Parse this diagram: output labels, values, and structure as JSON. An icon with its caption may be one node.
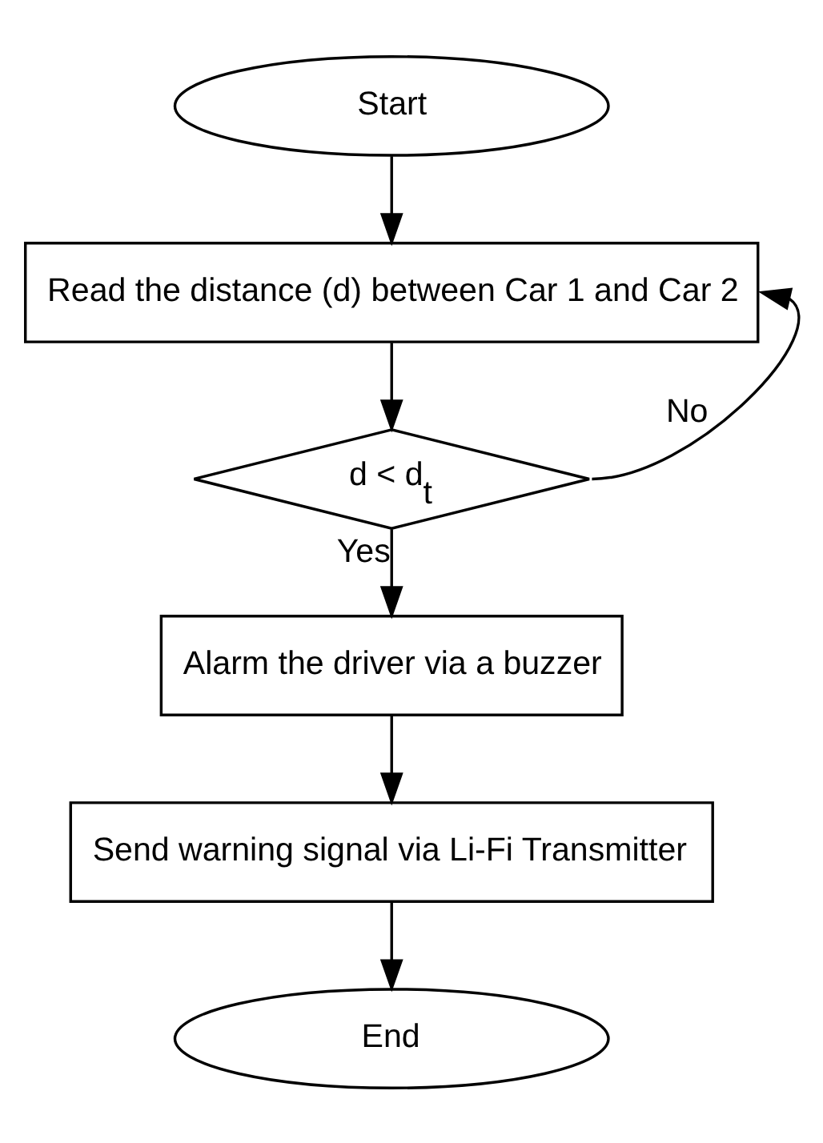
{
  "diagram": {
    "nodes": [
      {
        "text": [
          "Start"
        ]
      },
      {
        "text": [
          "Read the distance (d) between Car 1 and Car 2"
        ]
      },
      {
        "text": [
          "d < d$_{t}$"
        ]
      },
      {
        "text": [
          "Alarm the driver via a buzzer"
        ]
      },
      {
        "text": [
          "Send warning signal via Li-Fi Transmitter"
        ]
      },
      {
        "text": [
          "End"
        ]
      }
    ],
    "edges": [
      {
        "from": 0,
        "to": 1,
        "arrow": "to"
      },
      {
        "from": 1,
        "to": 2,
        "arrow": "to"
      },
      {
        "from": 2,
        "to": 1,
        "arrow": "to",
        "label": "No"
      },
      {
        "from": 2,
        "to": 3,
        "arrow": "to",
        "label": "Yes"
      },
      {
        "from": 3,
        "to": 4,
        "arrow": "to"
      },
      {
        "from": 4,
        "to": 5,
        "arrow": "to"
      }
    ]
  }
}
